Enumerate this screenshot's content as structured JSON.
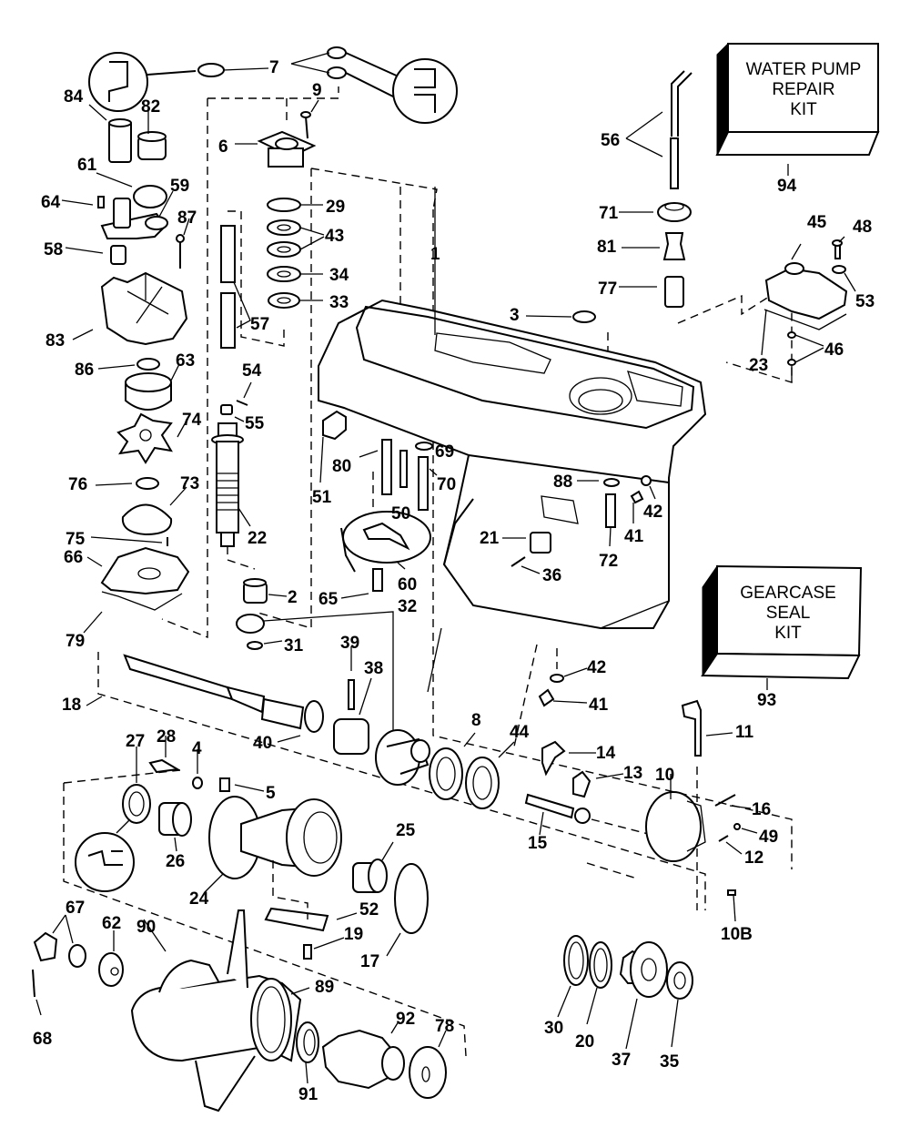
{
  "diagram": {
    "type": "exploded-parts-diagram",
    "subject": "outboard gearcase",
    "ink_color": "#000000",
    "background_color": "#ffffff"
  },
  "kits": [
    {
      "id": "94",
      "lines": [
        "WATER PUMP",
        "REPAIR",
        "KIT"
      ]
    },
    {
      "id": "93",
      "lines": [
        "GEARCASE",
        "SEAL",
        "KIT"
      ]
    }
  ],
  "labels": {
    "l1": "1",
    "l2": "2",
    "l3": "3",
    "l4": "4",
    "l5": "5",
    "l6": "6",
    "l7": "7",
    "l8": "8",
    "l9": "9",
    "l10": "10",
    "l10B": "10B",
    "l11": "11",
    "l12": "12",
    "l13": "13",
    "l14": "14",
    "l15": "15",
    "l16": "16",
    "l17": "17",
    "l18": "18",
    "l19": "19",
    "l20": "20",
    "l21": "21",
    "l22": "22",
    "l23": "23",
    "l24": "24",
    "l25": "25",
    "l26": "26",
    "l27": "27",
    "l28": "28",
    "l29": "29",
    "l30": "30",
    "l31": "31",
    "l32": "32",
    "l33": "33",
    "l34": "34",
    "l35": "35",
    "l36": "36",
    "l37": "37",
    "l38": "38",
    "l39": "39",
    "l40": "40",
    "l41a": "41",
    "l41b": "41",
    "l42a": "42",
    "l42b": "42",
    "l43": "43",
    "l44": "44",
    "l45": "45",
    "l46": "46",
    "l48": "48",
    "l49": "49",
    "l50": "50",
    "l51": "51",
    "l52": "52",
    "l53": "53",
    "l54": "54",
    "l55": "55",
    "l56": "56",
    "l57": "57",
    "l58": "58",
    "l59": "59",
    "l60": "60",
    "l61": "61",
    "l62": "62",
    "l63": "63",
    "l64": "64",
    "l65": "65",
    "l66": "66",
    "l67": "67",
    "l68": "68",
    "l69": "69",
    "l70": "70",
    "l71": "71",
    "l72": "72",
    "l73": "73",
    "l74": "74",
    "l75": "75",
    "l76": "76",
    "l77": "77",
    "l78": "78",
    "l79": "79",
    "l80": "80",
    "l81": "81",
    "l82": "82",
    "l83": "83",
    "l84": "84",
    "l86": "86",
    "l87": "87",
    "l88": "88",
    "l89": "89",
    "l90": "90",
    "l91": "91",
    "l92": "92",
    "l93": "93",
    "l94": "94"
  }
}
